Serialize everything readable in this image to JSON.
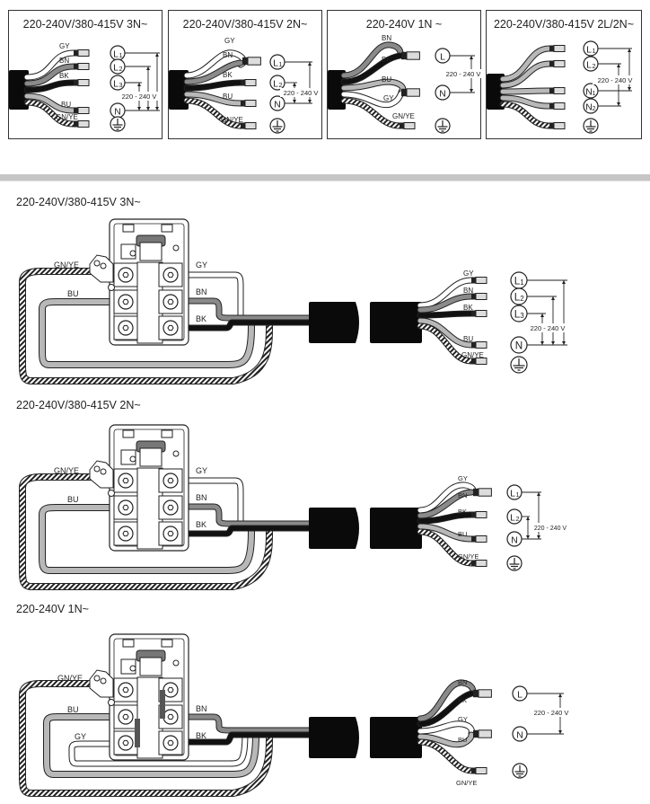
{
  "panels": [
    {
      "title": "220-240V/380-415V 3N~",
      "wires": [
        "GY",
        "BN",
        "BK",
        "BU",
        "GN/YE"
      ],
      "terminals": [
        "L1",
        "L2",
        "L3",
        "N",
        "earth"
      ],
      "voltage": "220 - 240 V"
    },
    {
      "title": "220-240V/380-415V 2N~",
      "wires": [
        "GY",
        "BN",
        "BK",
        "BU",
        "GN/YE"
      ],
      "terminals": [
        "L1",
        "L2",
        "N",
        "earth"
      ],
      "voltage": "220 - 240 V"
    },
    {
      "title": "220-240V 1N ~",
      "wires": [
        "BN",
        "BK",
        "BU",
        "GY",
        "GN/YE"
      ],
      "terminals": [
        "L",
        "N",
        "earth"
      ],
      "voltage": "220 - 240 V"
    },
    {
      "title": "220-240V/380-415V 2L/2N~",
      "wires": [],
      "terminals": [
        "L1",
        "L2",
        "N1",
        "N2",
        "earth"
      ],
      "voltage": "220 - 240 V"
    }
  ],
  "sections": [
    {
      "title": "220-240V/380-415V 3N~",
      "block_labels": [
        "GN/YE",
        "BU",
        "GY",
        "BN",
        "BK"
      ],
      "end_wires": [
        "GY",
        "BN",
        "BK",
        "BU",
        "GN/YE"
      ],
      "terminals": [
        "L1",
        "L2",
        "L3",
        "N",
        "earth"
      ],
      "voltage": "220 - 240 V"
    },
    {
      "title": "220-240V/380-415V 2N~",
      "block_labels": [
        "GN/YE",
        "BU",
        "GY",
        "BN",
        "BK"
      ],
      "end_wires": [
        "GY",
        "BN",
        "BK",
        "BU",
        "GN/YE"
      ],
      "terminals": [
        "L1",
        "L2",
        "N",
        "earth"
      ],
      "voltage": "220 - 240 V"
    },
    {
      "title": "220-240V 1N~",
      "block_labels": [
        "GN/YE",
        "BU",
        "GY",
        "BN",
        "BK"
      ],
      "end_wires": [
        "BN",
        "BK",
        "GY",
        "BU",
        "GN/YE"
      ],
      "terminals": [
        "L",
        "N",
        "earth"
      ],
      "voltage": "220 - 240 V"
    }
  ],
  "colors": {
    "GY": "#ffffff",
    "BN": "#8a8a8a",
    "BK": "#111111",
    "BU": "#b8b8b8",
    "sheath": "#0a0a0a",
    "divider": "#c6c6c6"
  },
  "icons": {
    "earth": "earth-ground-icon"
  }
}
